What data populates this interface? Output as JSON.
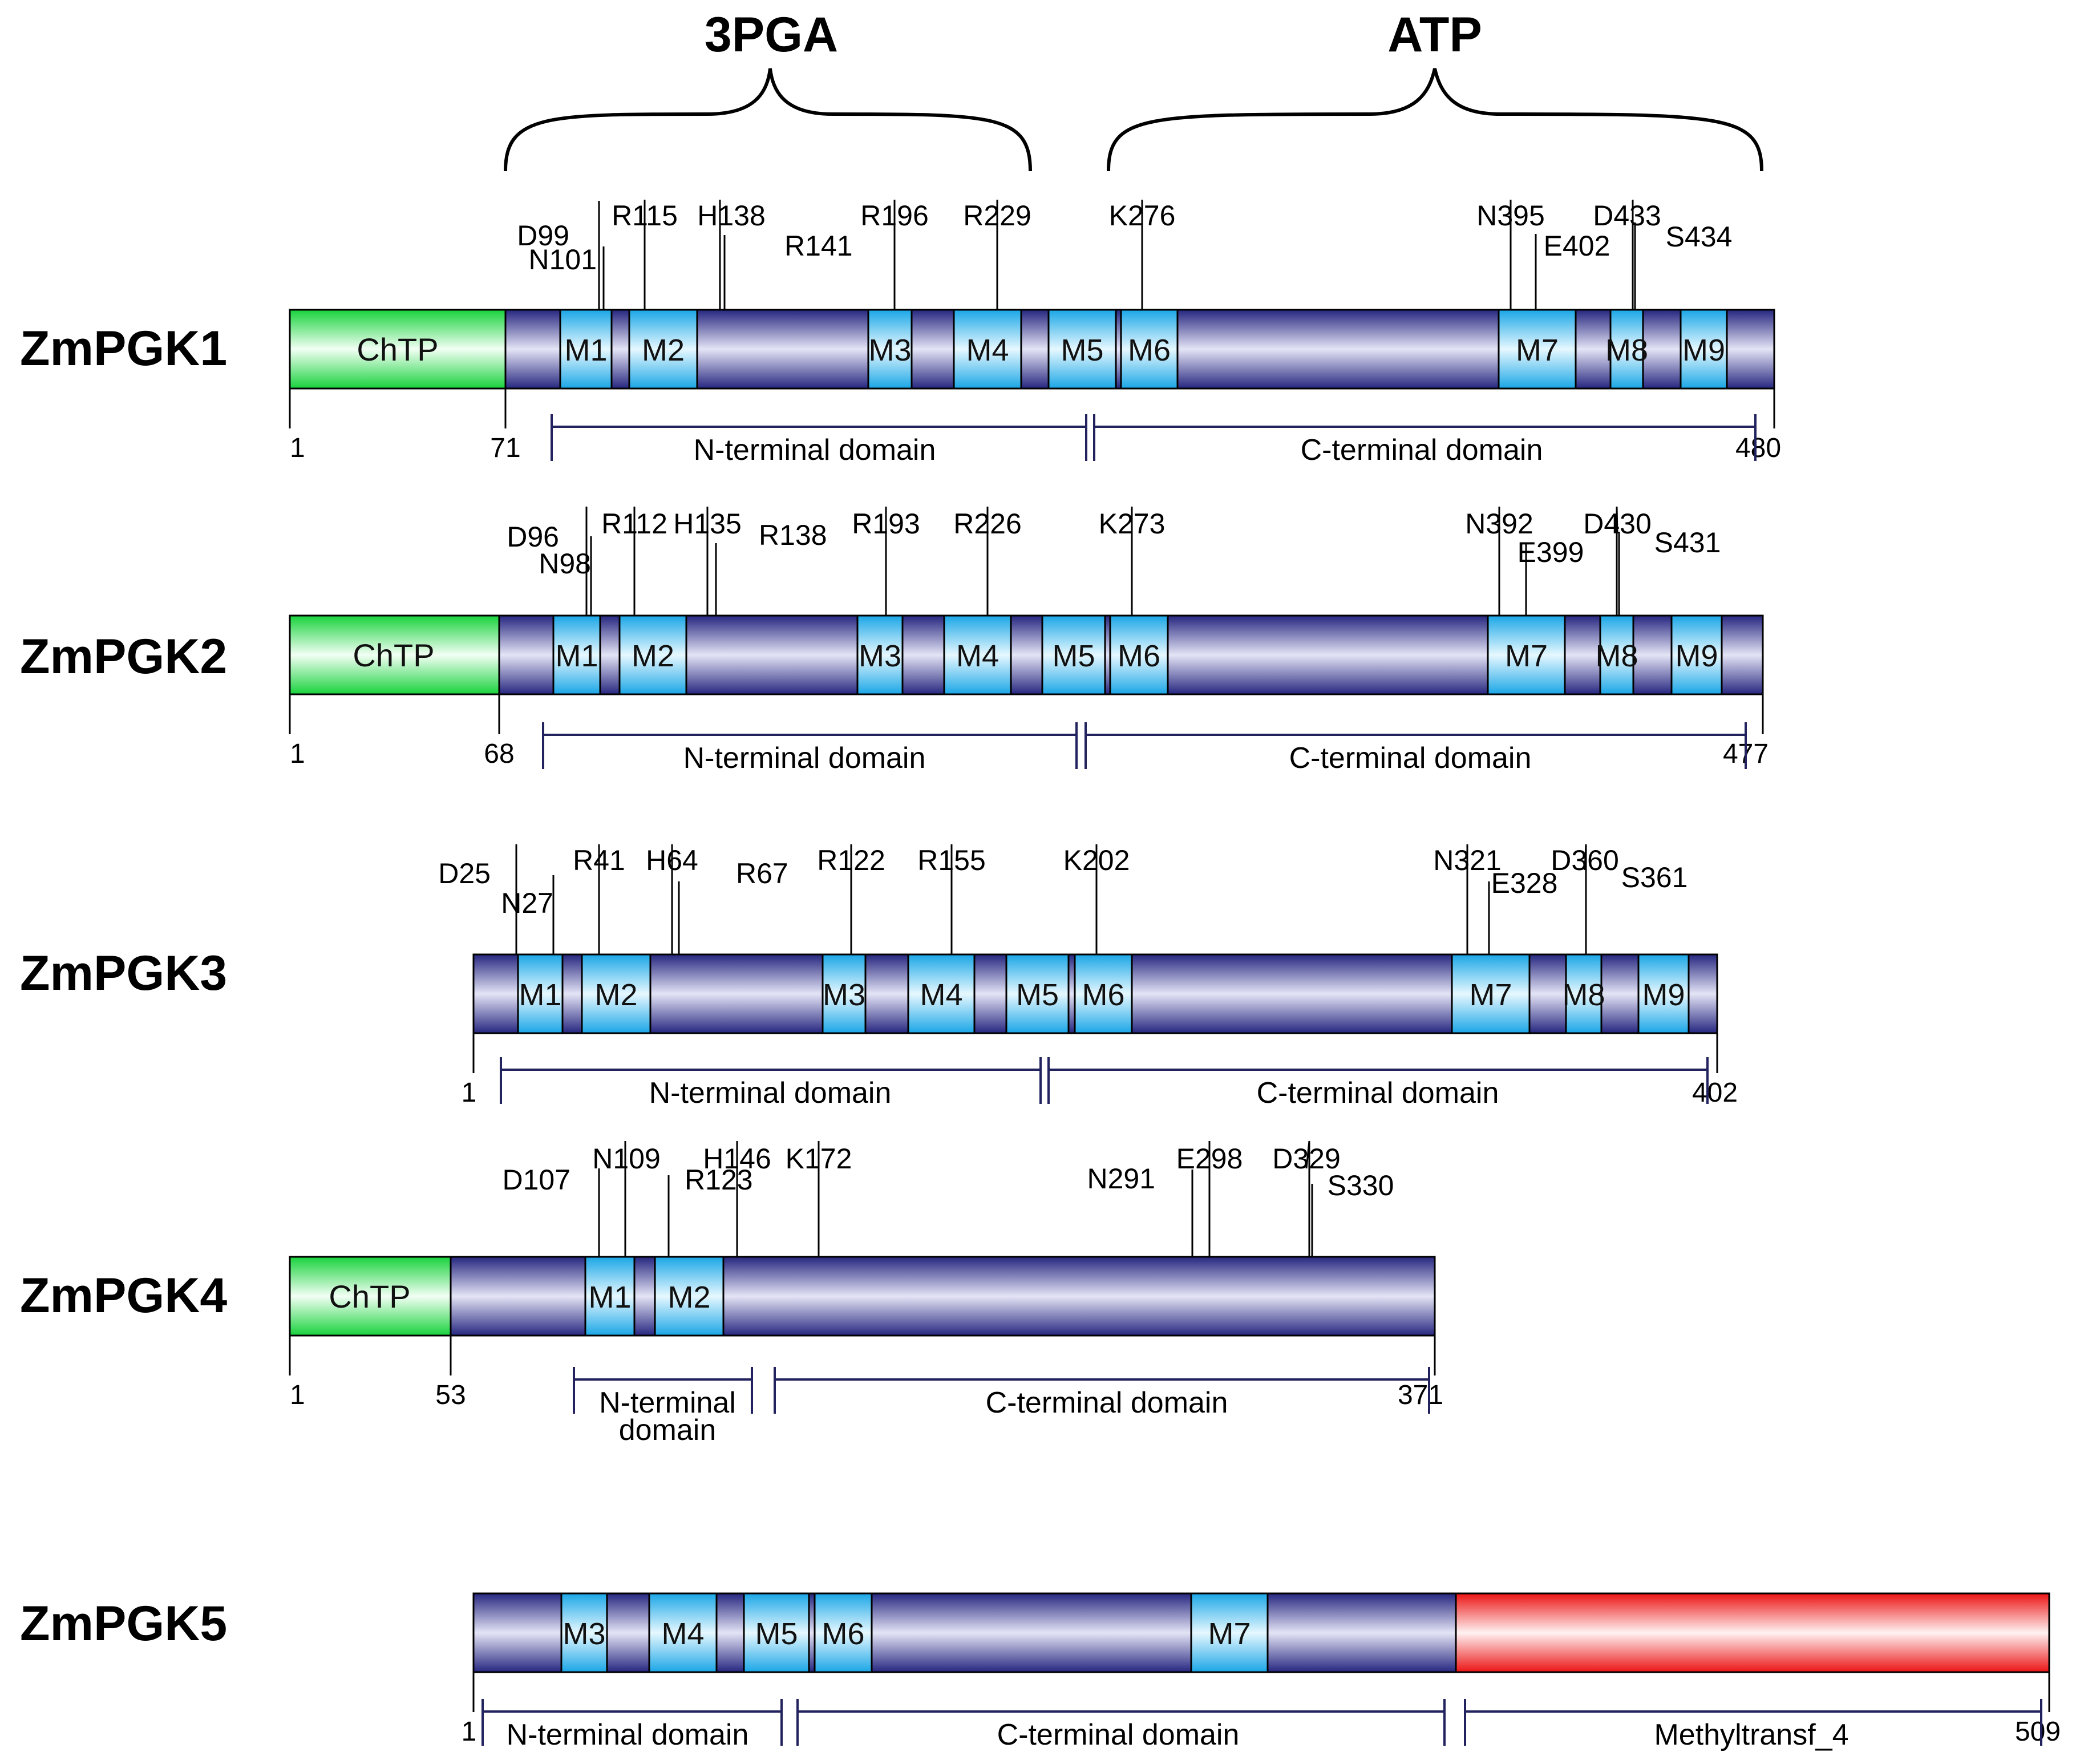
{
  "binding_sites": [
    {
      "label": "3PGA"
    },
    {
      "label": "ATP"
    }
  ],
  "proteins": [
    {
      "name": "ZmPGK1",
      "segments": [
        {
          "type": "ChTP",
          "label": "ChTP"
        },
        {
          "type": "body",
          "label": ""
        }
      ],
      "motifs": [
        "M1",
        "M2",
        "M3",
        "M4",
        "M5",
        "M6",
        "M7",
        "M8",
        "M9"
      ],
      "residues": [
        "D99",
        "N101",
        "R115",
        "H138",
        "R141",
        "R196",
        "R229",
        "K276",
        "N395",
        "E402",
        "D433",
        "S434"
      ],
      "positions": [
        "1",
        "71",
        "480"
      ],
      "domains": [
        "N-terminal domain",
        "C-terminal domain"
      ]
    },
    {
      "name": "ZmPGK2",
      "segments": [
        {
          "type": "ChTP",
          "label": "ChTP"
        },
        {
          "type": "body",
          "label": ""
        }
      ],
      "motifs": [
        "M1",
        "M2",
        "M3",
        "M4",
        "M5",
        "M6",
        "M7",
        "M8",
        "M9"
      ],
      "residues": [
        "D96",
        "N98",
        "R112",
        "H135",
        "R138",
        "R193",
        "R226",
        "K273",
        "N392",
        "E399",
        "D430",
        "S431"
      ],
      "positions": [
        "1",
        "68",
        "477"
      ],
      "domains": [
        "N-terminal domain",
        "C-terminal domain"
      ]
    },
    {
      "name": "ZmPGK3",
      "segments": [
        {
          "type": "body",
          "label": ""
        }
      ],
      "motifs": [
        "M1",
        "M2",
        "M3",
        "M4",
        "M5",
        "M6",
        "M7",
        "M8",
        "M9"
      ],
      "residues": [
        "D25",
        "N27",
        "R41",
        "H64",
        "R67",
        "R122",
        "R155",
        "K202",
        "N321",
        "E328",
        "D360",
        "S361"
      ],
      "positions": [
        "1",
        "402"
      ],
      "domains": [
        "N-terminal domain",
        "C-terminal domain"
      ]
    },
    {
      "name": "ZmPGK4",
      "segments": [
        {
          "type": "ChTP",
          "label": "ChTP"
        },
        {
          "type": "body",
          "label": ""
        }
      ],
      "motifs": [
        "M1",
        "M2"
      ],
      "residues": [
        "D107",
        "N109",
        "R123",
        "H146",
        "K172",
        "N291",
        "E298",
        "D329",
        "S330"
      ],
      "positions": [
        "1",
        "53",
        "371"
      ],
      "domains": [
        "N-terminal\ndomain",
        "C-terminal domain"
      ]
    },
    {
      "name": "ZmPGK5",
      "segments": [
        {
          "type": "body",
          "label": ""
        },
        {
          "type": "methyl",
          "label": ""
        }
      ],
      "motifs": [
        "M3",
        "M4",
        "M5",
        "M6",
        "M7"
      ],
      "residues": [],
      "positions": [
        "1",
        "509"
      ],
      "domains": [
        "N-terminal domain",
        "C-terminal domain",
        "Methyltransf_4"
      ]
    }
  ],
  "colors": {
    "chtp": "#22dd44",
    "body": "#2e2e86",
    "motif": "#2ab4ec",
    "methyl": "#ee1c1c",
    "domain_line": "#22225e"
  }
}
